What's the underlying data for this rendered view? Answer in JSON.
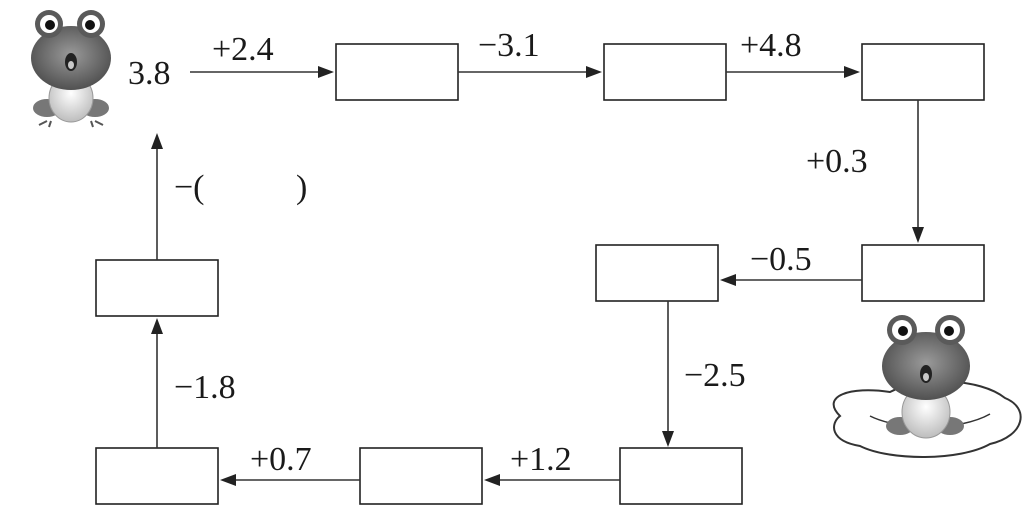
{
  "start_value": "3.8",
  "steps": [
    {
      "label": "+2.4"
    },
    {
      "label": "−3.1"
    },
    {
      "label": "+4.8"
    },
    {
      "label": "+0.3"
    },
    {
      "label": "−0.5"
    },
    {
      "label": "−2.5"
    },
    {
      "label": "+1.2"
    },
    {
      "label": "+0.7"
    },
    {
      "label": "−1.8"
    }
  ],
  "final_step": {
    "prefix": "−(",
    "suffix": ")"
  },
  "boxes": [
    {
      "id": "box-1",
      "value": ""
    },
    {
      "id": "box-2",
      "value": ""
    },
    {
      "id": "box-3",
      "value": ""
    },
    {
      "id": "box-4",
      "value": ""
    },
    {
      "id": "box-5",
      "value": ""
    },
    {
      "id": "box-6",
      "value": ""
    },
    {
      "id": "box-7",
      "value": ""
    },
    {
      "id": "box-8",
      "value": ""
    },
    {
      "id": "box-9",
      "value": ""
    }
  ],
  "icons": [
    "frog-icon",
    "frog-on-lily-pad-icon"
  ]
}
